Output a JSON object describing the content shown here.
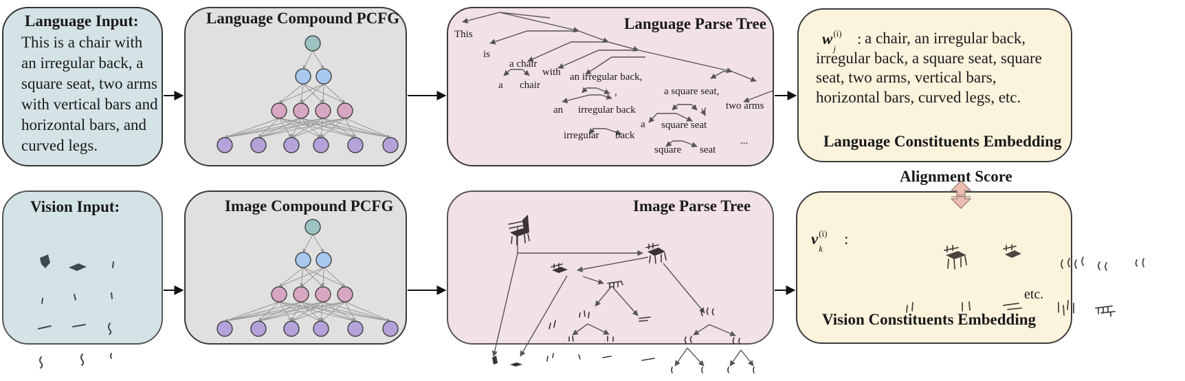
{
  "colors": {
    "input_bg": "#d4e3e5",
    "pcfg_bg": "#e0e0e0",
    "tree_bg": "#f3e1ea",
    "embed_bg": "#fbf3dc",
    "node_top": "#9cc2c2",
    "node_mid": "#a8c8f0",
    "node_bot": "#d6a6c2",
    "node_leaf": "#b4a2d8"
  },
  "lang_input": {
    "title": "Language Input:",
    "text": "This is a chair with an irregular back, a square seat, two arms with vertical bars and horizontal bars, and curved legs."
  },
  "lang_pcfg": {
    "title": "Language Compound PCFG"
  },
  "lang_tree": {
    "title": "Language Parse Tree",
    "words": [
      "This",
      "is",
      "a chair",
      "with",
      "a",
      "chair",
      "an irregular back,",
      ",",
      "an",
      "irregular back",
      "irregular",
      "back",
      "a square seat,",
      ",",
      "two arms",
      "a",
      "square seat",
      "square",
      "seat",
      "..."
    ]
  },
  "lang_embed": {
    "symbol": "w",
    "sub": "j",
    "sup": "(i)",
    "colon": ":",
    "text": "a chair, an irregular back, irregular back, a square seat, square seat, two arms, vertical bars, horizontal bars, curved legs, etc.",
    "title": "Language Constituents Embedding"
  },
  "alignment": {
    "label": "Alignment Score"
  },
  "vis_input": {
    "title": "Vision Input:"
  },
  "img_pcfg": {
    "title": "Image Compound PCFG"
  },
  "img_tree": {
    "title": "Image Parse Tree"
  },
  "vis_embed": {
    "symbol": "v",
    "sub": "k",
    "sup": "(i)",
    "colon": ":",
    "etc": "etc.",
    "title": "Vision Constituents Embedding"
  }
}
